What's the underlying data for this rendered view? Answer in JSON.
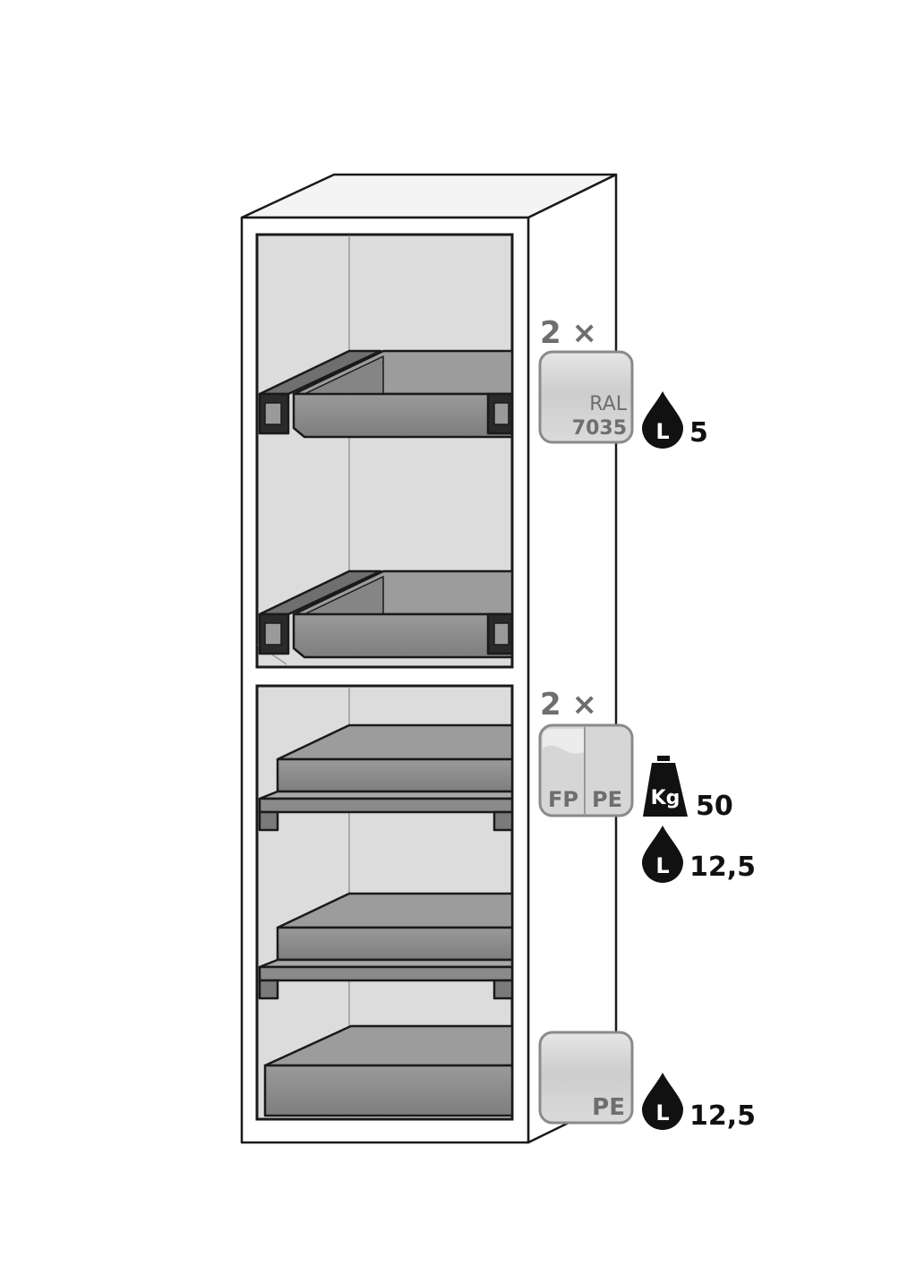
{
  "upper_section": {
    "quantity": "2 ×",
    "tray_material": {
      "line1": "RAL",
      "line2": "7035"
    },
    "capacity_value": "5",
    "capacity_icon_letter": "L"
  },
  "middle_section": {
    "quantity": "2 ×",
    "tray_material": {
      "left": "FP",
      "right": "PE"
    },
    "load_icon_letter": "Kg",
    "load_value": "50",
    "capacity_value": "12,5",
    "capacity_icon_letter": "L"
  },
  "bottom_section": {
    "tray_material": {
      "label": "PE"
    },
    "capacity_value": "12,5",
    "capacity_icon_letter": "L"
  },
  "colors": {
    "line": "#1a1a1a",
    "cabinet_white": "#ffffff",
    "interior_gray": "#dcdcdc",
    "tray_gray": "#8a8a8a",
    "badge_gray": "#cfcfcf",
    "label_gray": "#6e6e6e",
    "icon_black": "#111111"
  },
  "icons": [
    "droplet-icon",
    "weight-icon"
  ]
}
